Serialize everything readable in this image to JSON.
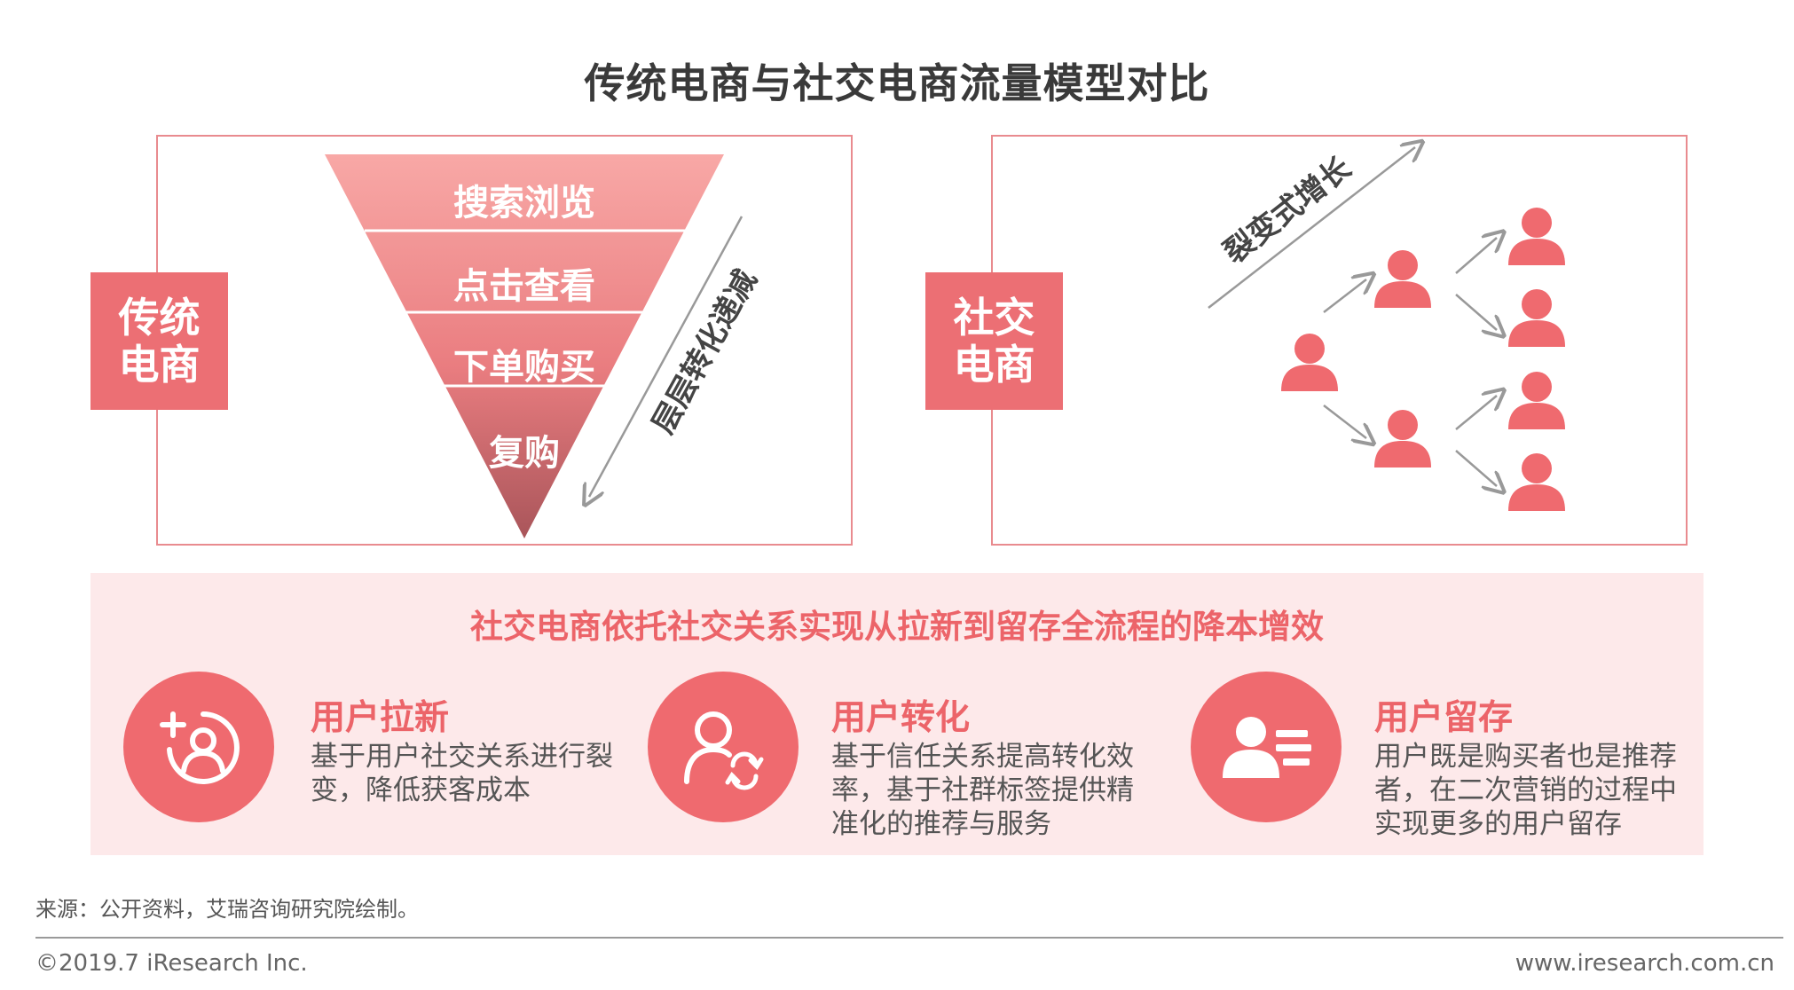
{
  "title": "传统电商与社交电商流量模型对比",
  "traditional": {
    "label_line1": "传统",
    "label_line2": "电商",
    "funnel_stages": [
      "搜索浏览",
      "点击查看",
      "下单购买",
      "复购"
    ],
    "arrow_label": "层层转化递减"
  },
  "social": {
    "label_line1": "社交",
    "label_line2": "电商",
    "arrow_label": "裂变式增长"
  },
  "band": {
    "heading": "社交电商依托社交关系实现从拉新到留存全流程的降本增效",
    "items": [
      {
        "icon": "add-user-icon",
        "title": "用户拉新",
        "desc": [
          "基于用户社交关系进行裂",
          "变，降低获客成本"
        ]
      },
      {
        "icon": "user-refresh-icon",
        "title": "用户转化",
        "desc": [
          "基于信任关系提高转化效",
          "率，基于社群标签提供精",
          "准化的推荐与服务"
        ]
      },
      {
        "icon": "user-list-icon",
        "title": "用户留存",
        "desc": [
          "用户既是购买者也是推荐",
          "者，在二次营销的过程中",
          "实现更多的用户留存"
        ]
      }
    ]
  },
  "footer": {
    "source": "来源：公开资料，艾瑞咨询研究院绘制。",
    "copyright": "©2019.7 iResearch Inc.",
    "website": "www.iresearch.com.cn"
  },
  "colors": {
    "accent": "#ec6f74",
    "accent_text": "#ec6469",
    "border": "#e98b8f",
    "band_bg": "#fde9ea",
    "funnel_top": "#f7a3a2",
    "funnel_bottom": "#b85a5e"
  }
}
